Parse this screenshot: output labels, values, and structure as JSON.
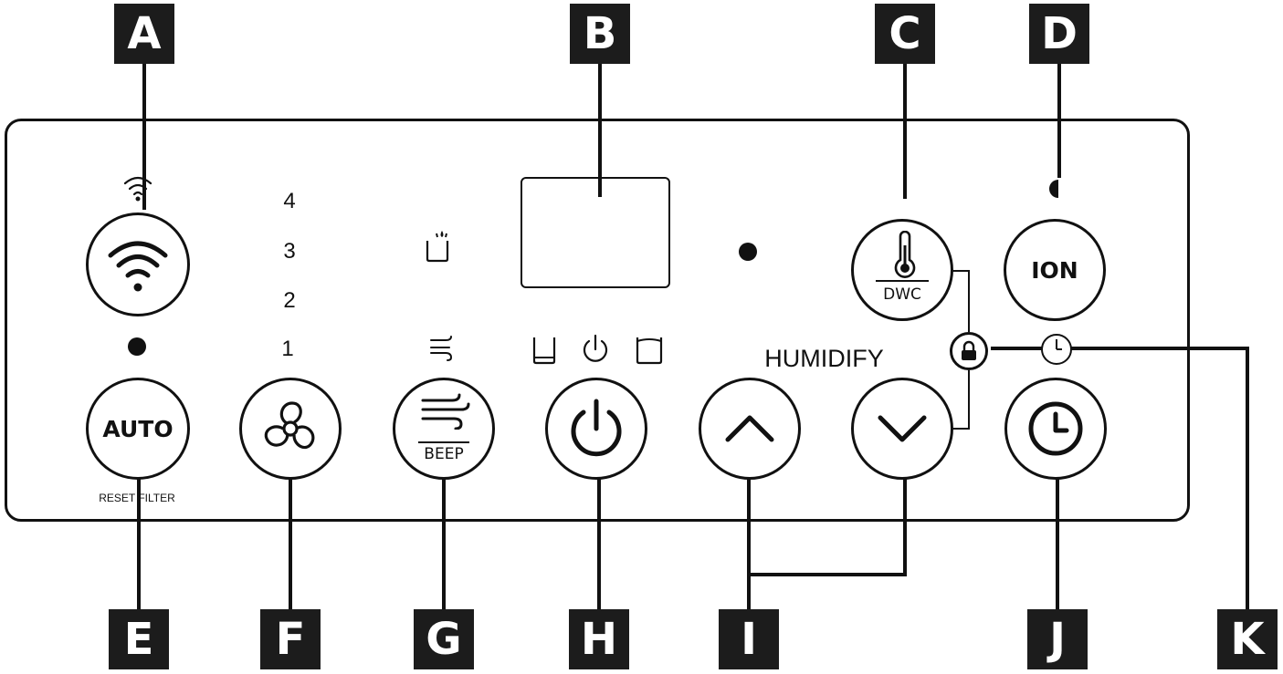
{
  "callouts": {
    "a": "A",
    "b": "B",
    "c": "C",
    "d": "D",
    "e": "E",
    "f": "F",
    "g": "G",
    "h": "H",
    "i": "I",
    "j": "J",
    "k": "K"
  },
  "buttons": {
    "wifi": "wifi-icon",
    "auto": "AUTO",
    "fan": "fan-icon",
    "beep": "BEEP",
    "power": "power-icon",
    "up": "chevron-up-icon",
    "down": "chevron-down-icon",
    "dwc": "DWC",
    "ion": "ION",
    "timer": "clock-icon"
  },
  "labels": {
    "reset_filter": "RESET FILTER",
    "humidify": "HUMIDIFY"
  },
  "speed_levels": [
    "4",
    "3",
    "2",
    "1"
  ],
  "icons": {
    "wifi_indicator": "wifi-icon",
    "water_drop_indicator": "tank-drop-icon",
    "wind_indicator": "wind-icon",
    "tank_empty_indicator": "tank-empty-icon",
    "power_indicator": "power-icon",
    "tank_full_indicator": "tank-full-icon",
    "timer_indicator": "timer-icon",
    "lock": "lock-icon",
    "thermometer": "thermometer-icon"
  },
  "colors": {
    "ink": "#111111",
    "callout_bg": "#1c1c1c",
    "callout_text": "#ffffff"
  }
}
